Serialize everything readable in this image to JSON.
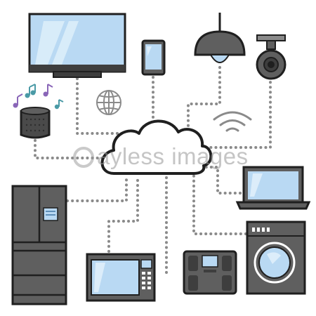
{
  "watermark": {
    "text": "ayless images"
  },
  "devices": [
    {
      "id": "smart-tv",
      "icon": "tv-icon"
    },
    {
      "id": "smartphone",
      "icon": "smartphone-icon"
    },
    {
      "id": "ceiling-light",
      "icon": "pendant-lamp-icon"
    },
    {
      "id": "security-camera",
      "icon": "camera-icon"
    },
    {
      "id": "smart-speaker",
      "icon": "speaker-icon"
    },
    {
      "id": "refrigerator",
      "icon": "fridge-icon"
    },
    {
      "id": "microwave",
      "icon": "microwave-icon"
    },
    {
      "id": "scale",
      "icon": "scale-icon"
    },
    {
      "id": "washing-machine",
      "icon": "washing-machine-icon"
    },
    {
      "id": "laptop",
      "icon": "laptop-icon"
    }
  ],
  "colors": {
    "outline": "#1f1f1f",
    "device_gray": "#5f5f5f",
    "dark_gray": "#3e3e3e",
    "screen_blue": "#b9d9f3",
    "dot_gray": "#8a8a8a",
    "note_purple": "#8a66b8",
    "note_teal": "#4a9aa6",
    "cloud_fill": "#ffffff"
  }
}
